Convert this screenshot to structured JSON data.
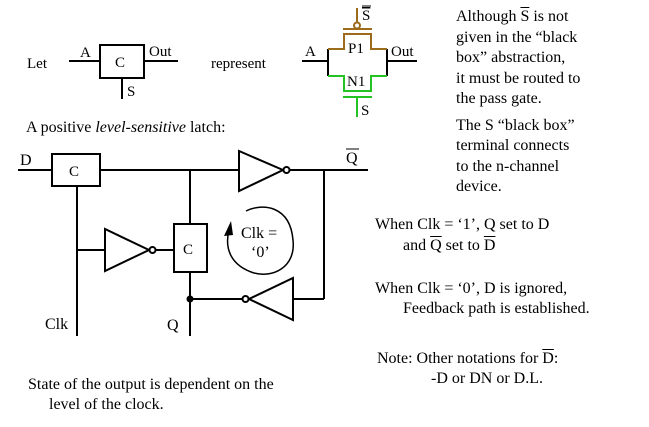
{
  "intro": {
    "let_label": "Let",
    "represent_label": "represent",
    "black_box": {
      "input_label": "A",
      "box_label": "C",
      "output_label": "Out",
      "select_label": "S"
    },
    "pass_gate": {
      "input_label": "A",
      "output_label": "Out",
      "pmos_label": "P1",
      "nmos_label": "N1",
      "pmos_gate_label": "S",
      "nmos_gate_label": "S",
      "pmos_color": "#9c6b1c",
      "nmos_color": "#22c322"
    }
  },
  "notes": {
    "paragraph1": {
      "line1_pre": "Although ",
      "line1_sym": "S",
      "line1_post": " is not",
      "line2": "given in the “black",
      "line3": "box” abstraction,",
      "line4": "it must be routed to",
      "line5": "the pass gate."
    },
    "paragraph2": {
      "line1": "The S “black box”",
      "line2": "terminal connects",
      "line3": "to the n-channel",
      "line4": "device."
    }
  },
  "latch": {
    "heading_pre": "A positive ",
    "heading_italic": "level-sensitive",
    "heading_post": " latch:",
    "input_label": "D",
    "output_bar_label": "Q",
    "output_label": "Q",
    "clock_label": "Clk",
    "switch1_label": "C",
    "switch2_label": "C",
    "loop_label_line1": "Clk =",
    "loop_label_line2": "‘0’"
  },
  "explanation": {
    "clk1_line1": "When Clk = ‘1’, Q set to D",
    "clk1_line2_pre": "and ",
    "clk1_line2_q": "Q",
    "clk1_line2_mid": " set to ",
    "clk1_line2_d": "D",
    "clk0_line1": "When Clk = ‘0’, D is ignored,",
    "clk0_line2": "Feedback path is established."
  },
  "note": {
    "line1_pre": "Note: Other notations for ",
    "line1_sym": "D",
    "line1_post": ":",
    "line2": "-D or DN or D.L."
  },
  "footer": {
    "line1": "State of the output is dependent on the",
    "line2": "level of the clock."
  }
}
